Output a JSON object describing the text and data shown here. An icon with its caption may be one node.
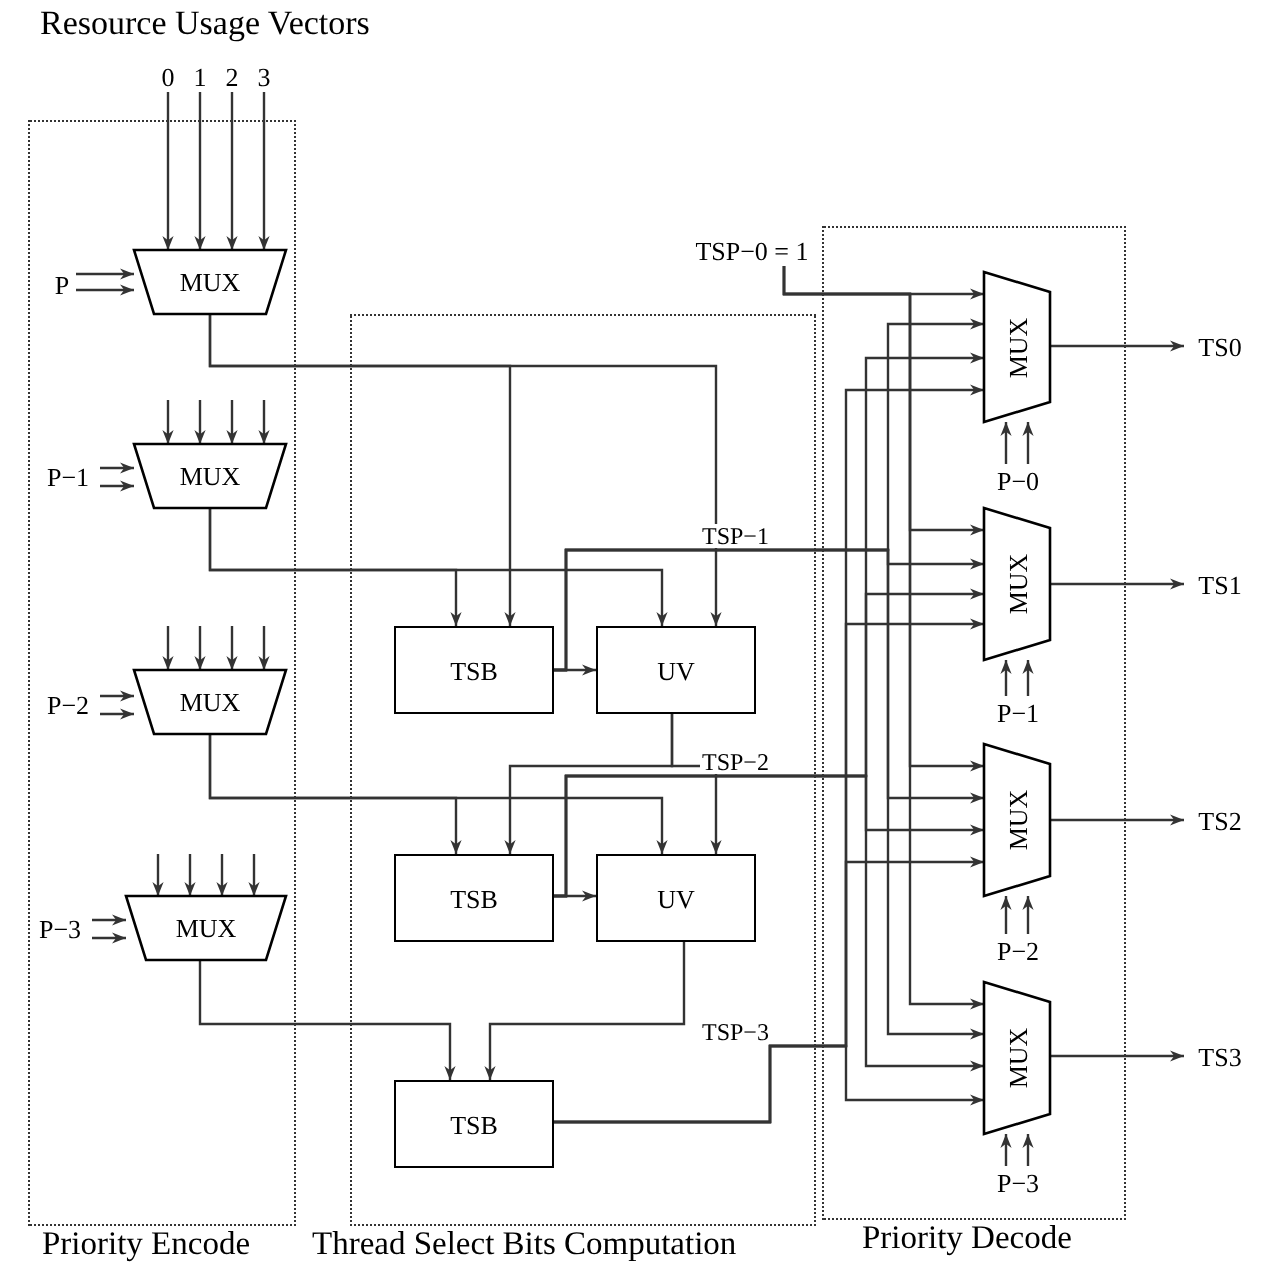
{
  "diagram": {
    "title": "Resource Usage Vectors",
    "nodes": [
      {
        "text": [
          "0"
        ]
      },
      {
        "text": [
          "1"
        ]
      },
      {
        "text": [
          "2"
        ]
      },
      {
        "text": [
          "3"
        ]
      },
      {
        "text": [
          "Priority Encode"
        ]
      },
      {
        "text": [
          "P"
        ],
        "in": 4
      },
      {
        "text": [
          "MUX"
        ],
        "in": 4
      },
      {
        "text": [
          "P−1"
        ],
        "in": 4
      },
      {
        "text": [
          "MUX"
        ],
        "in": 4
      },
      {
        "text": [
          "P−2"
        ],
        "in": 4
      },
      {
        "text": [
          "MUX"
        ],
        "in": 4
      },
      {
        "text": [
          "P−3"
        ],
        "in": 4
      },
      {
        "text": [
          "MUX"
        ],
        "in": 4
      },
      {
        "text": [
          "Thread Select Bits Computation"
        ]
      },
      {
        "text": [
          "TSB"
        ],
        "in": 13
      },
      {
        "text": [
          "UV"
        ],
        "in": 13
      },
      {
        "text": [
          "TSB"
        ],
        "in": 13
      },
      {
        "text": [
          "UV"
        ],
        "in": 13
      },
      {
        "text": [
          "TSB"
        ],
        "in": 13
      },
      {
        "text": [
          "Priority Decode"
        ]
      },
      {
        "text": [
          "TSP−0 = 1"
        ]
      },
      {
        "text": [
          "MUX"
        ],
        "in": 19
      },
      {
        "text": [
          "P−0"
        ],
        "in": 19
      },
      {
        "text": [
          "MUX"
        ],
        "in": 19
      },
      {
        "text": [
          "P−1"
        ],
        "in": 19
      },
      {
        "text": [
          "MUX"
        ],
        "in": 19
      },
      {
        "text": [
          "P−2"
        ],
        "in": 19
      },
      {
        "text": [
          "MUX"
        ],
        "in": 19
      },
      {
        "text": [
          "P−3"
        ],
        "in": 19
      },
      {
        "text": [
          "TS0"
        ]
      },
      {
        "text": [
          "TS1"
        ]
      },
      {
        "text": [
          "TS2"
        ]
      },
      {
        "text": [
          "TS3"
        ]
      }
    ],
    "edges": [
      {
        "from": 0,
        "to": 6,
        "arrow": "to"
      },
      {
        "from": 1,
        "to": 6,
        "arrow": "to"
      },
      {
        "from": 2,
        "to": 6,
        "arrow": "to"
      },
      {
        "from": 3,
        "to": 6,
        "arrow": "to"
      },
      {
        "from": 5,
        "to": 6,
        "arrow": "to"
      },
      {
        "from": 5,
        "to": 6,
        "arrow": "to"
      },
      {
        "from": null,
        "to": 8,
        "arrow": "to"
      },
      {
        "from": null,
        "to": 8,
        "arrow": "to"
      },
      {
        "from": null,
        "to": 8,
        "arrow": "to"
      },
      {
        "from": null,
        "to": 8,
        "arrow": "to"
      },
      {
        "from": 7,
        "to": 8,
        "arrow": "to"
      },
      {
        "from": 7,
        "to": 8,
        "arrow": "to"
      },
      {
        "from": null,
        "to": 10,
        "arrow": "to"
      },
      {
        "from": null,
        "to": 10,
        "arrow": "to"
      },
      {
        "from": null,
        "to": 10,
        "arrow": "to"
      },
      {
        "from": null,
        "to": 10,
        "arrow": "to"
      },
      {
        "from": 9,
        "to": 10,
        "arrow": "to"
      },
      {
        "from": 9,
        "to": 10,
        "arrow": "to"
      },
      {
        "from": null,
        "to": 12,
        "arrow": "to"
      },
      {
        "from": null,
        "to": 12,
        "arrow": "to"
      },
      {
        "from": null,
        "to": 12,
        "arrow": "to"
      },
      {
        "from": null,
        "to": 12,
        "arrow": "to"
      },
      {
        "from": 11,
        "to": 12,
        "arrow": "to"
      },
      {
        "from": 11,
        "to": 12,
        "arrow": "to"
      },
      {
        "from": 6,
        "to": 14,
        "arrow": "to"
      },
      {
        "from": 6,
        "to": 15,
        "arrow": "to"
      },
      {
        "from": 8,
        "to": 14,
        "arrow": "to"
      },
      {
        "from": 8,
        "to": 15,
        "arrow": "to"
      },
      {
        "from": 14,
        "to": 15,
        "arrow": "to"
      },
      {
        "from": 15,
        "to": 16,
        "arrow": "to"
      },
      {
        "from": 15,
        "to": 17,
        "arrow": "to"
      },
      {
        "from": 10,
        "to": 16,
        "arrow": "to"
      },
      {
        "from": 10,
        "to": 17,
        "arrow": "to"
      },
      {
        "from": 16,
        "to": 17,
        "arrow": "to"
      },
      {
        "from": 17,
        "to": 18,
        "arrow": "to"
      },
      {
        "from": 12,
        "to": 18,
        "arrow": "to"
      },
      {
        "from": 20,
        "to": 21,
        "arrow": "to"
      },
      {
        "from": 20,
        "to": 23,
        "arrow": "to"
      },
      {
        "from": 20,
        "to": 25,
        "arrow": "to"
      },
      {
        "from": 20,
        "to": 27,
        "arrow": "to"
      },
      {
        "from": 14,
        "to": 21,
        "arrow": "to",
        "label": "TSP−1"
      },
      {
        "from": 14,
        "to": 23,
        "arrow": "to"
      },
      {
        "from": 14,
        "to": 25,
        "arrow": "to"
      },
      {
        "from": 14,
        "to": 27,
        "arrow": "to"
      },
      {
        "from": 16,
        "to": 21,
        "arrow": "to",
        "label": "TSP−2"
      },
      {
        "from": 16,
        "to": 23,
        "arrow": "to"
      },
      {
        "from": 16,
        "to": 25,
        "arrow": "to"
      },
      {
        "from": 16,
        "to": 27,
        "arrow": "to"
      },
      {
        "from": 18,
        "to": 21,
        "arrow": "to",
        "label": "TSP−3"
      },
      {
        "from": 18,
        "to": 23,
        "arrow": "to"
      },
      {
        "from": 18,
        "to": 25,
        "arrow": "to"
      },
      {
        "from": 18,
        "to": 27,
        "arrow": "to"
      },
      {
        "from": 22,
        "to": 21,
        "arrow": "to"
      },
      {
        "from": 22,
        "to": 21,
        "arrow": "to"
      },
      {
        "from": 24,
        "to": 23,
        "arrow": "to"
      },
      {
        "from": 24,
        "to": 23,
        "arrow": "to"
      },
      {
        "from": 26,
        "to": 25,
        "arrow": "to"
      },
      {
        "from": 26,
        "to": 25,
        "arrow": "to"
      },
      {
        "from": 28,
        "to": 27,
        "arrow": "to"
      },
      {
        "from": 28,
        "to": 27,
        "arrow": "to"
      },
      {
        "from": 21,
        "to": 29,
        "arrow": "to"
      },
      {
        "from": 23,
        "to": 30,
        "arrow": "to"
      },
      {
        "from": 25,
        "to": 31,
        "arrow": "to"
      },
      {
        "from": 27,
        "to": 32,
        "arrow": "to"
      }
    ]
  }
}
